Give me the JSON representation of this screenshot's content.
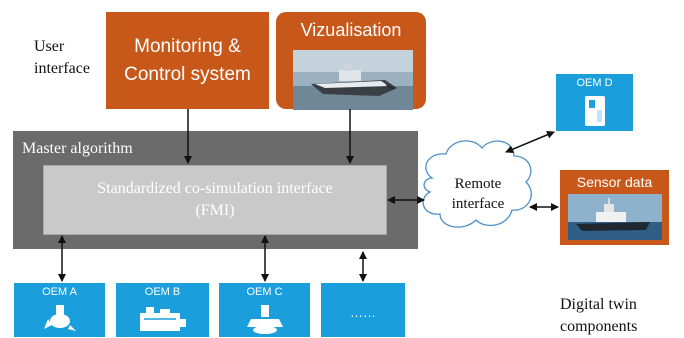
{
  "user_interface_label": [
    "User",
    "interface"
  ],
  "monitoring_box": {
    "lines": [
      "Monitoring &",
      "Control system"
    ]
  },
  "visualisation_box": {
    "title": "Vizualisation"
  },
  "master_algorithm": {
    "title": "Master algorithm"
  },
  "fmi_box": {
    "lines": [
      "Standardized co-simulation interface",
      "(FMI)"
    ]
  },
  "remote_interface": {
    "lines": [
      "Remote",
      "interface"
    ]
  },
  "oem_d": {
    "title": "OEM D"
  },
  "sensor_data": {
    "title": "Sensor data"
  },
  "oem_units": [
    {
      "title": "OEM A"
    },
    {
      "title": "OEM B"
    },
    {
      "title": "OEM C"
    },
    {
      "title": "",
      "content": "……"
    }
  ],
  "digital_twin_label": [
    "Digital twin",
    "components"
  ],
  "colors": {
    "orange": "#c8581a",
    "blue": "#1a9fdc",
    "master_dark": "#6b6b6b",
    "fmi_light": "#c9c9c9"
  }
}
